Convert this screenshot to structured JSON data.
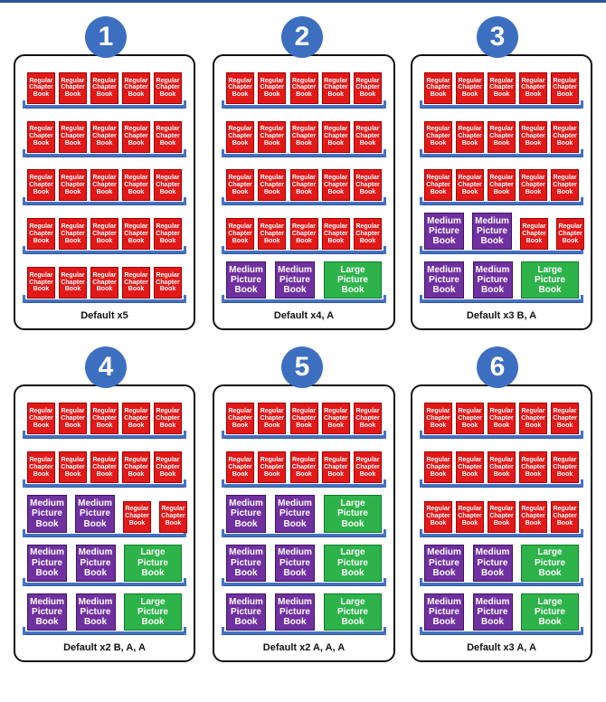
{
  "colors": {
    "badge": "#3d6fc1",
    "regular": "#e31919",
    "medium": "#7030a0",
    "large": "#2db34a",
    "shelf": "#4472c4"
  },
  "book_labels": {
    "regular": "Regular\nChapter\nBook",
    "medium": "Medium\nPicture\nBook",
    "large": "Large\nPicture\nBook"
  },
  "panels": [
    {
      "number": "1",
      "caption": "Default x5",
      "shelves": [
        [
          "regular",
          "regular",
          "regular",
          "regular",
          "regular"
        ],
        [
          "regular",
          "regular",
          "regular",
          "regular",
          "regular"
        ],
        [
          "regular",
          "regular",
          "regular",
          "regular",
          "regular"
        ],
        [
          "regular",
          "regular",
          "regular",
          "regular",
          "regular"
        ],
        [
          "regular",
          "regular",
          "regular",
          "regular",
          "regular"
        ]
      ]
    },
    {
      "number": "2",
      "caption": "Default x4, A",
      "shelves": [
        [
          "regular",
          "regular",
          "regular",
          "regular",
          "regular"
        ],
        [
          "regular",
          "regular",
          "regular",
          "regular",
          "regular"
        ],
        [
          "regular",
          "regular",
          "regular",
          "regular",
          "regular"
        ],
        [
          "regular",
          "regular",
          "regular",
          "regular",
          "regular"
        ],
        [
          "medium",
          "medium",
          "large"
        ]
      ]
    },
    {
      "number": "3",
      "caption": "Default x3 B, A",
      "shelves": [
        [
          "regular",
          "regular",
          "regular",
          "regular",
          "regular"
        ],
        [
          "regular",
          "regular",
          "regular",
          "regular",
          "regular"
        ],
        [
          "regular",
          "regular",
          "regular",
          "regular",
          "regular"
        ],
        [
          "medium",
          "medium",
          "regular",
          "regular"
        ],
        [
          "medium",
          "medium",
          "large"
        ]
      ]
    },
    {
      "number": "4",
      "caption": "Default x2 B, A, A",
      "shelves": [
        [
          "regular",
          "regular",
          "regular",
          "regular",
          "regular"
        ],
        [
          "regular",
          "regular",
          "regular",
          "regular",
          "regular"
        ],
        [
          "medium",
          "medium",
          "regular",
          "regular"
        ],
        [
          "medium",
          "medium",
          "large"
        ],
        [
          "medium",
          "medium",
          "large"
        ]
      ]
    },
    {
      "number": "5",
      "caption": "Default x2 A, A, A",
      "shelves": [
        [
          "regular",
          "regular",
          "regular",
          "regular",
          "regular"
        ],
        [
          "regular",
          "regular",
          "regular",
          "regular",
          "regular"
        ],
        [
          "medium",
          "medium",
          "large"
        ],
        [
          "medium",
          "medium",
          "large"
        ],
        [
          "medium",
          "medium",
          "large"
        ]
      ]
    },
    {
      "number": "6",
      "caption": "Default x3 A, A",
      "shelves": [
        [
          "regular",
          "regular",
          "regular",
          "regular",
          "regular"
        ],
        [
          "regular",
          "regular",
          "regular",
          "regular",
          "regular"
        ],
        [
          "regular",
          "regular",
          "regular",
          "regular",
          "regular"
        ],
        [
          "medium",
          "medium",
          "large"
        ],
        [
          "medium",
          "medium",
          "large"
        ]
      ]
    }
  ]
}
